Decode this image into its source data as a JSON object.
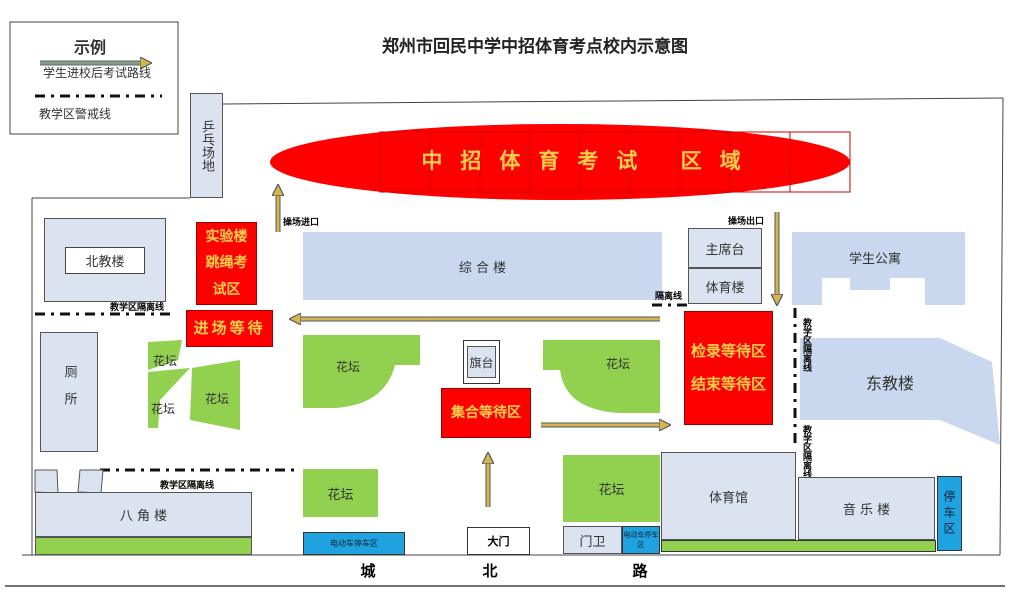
{
  "title": "郑州市回民中学中招体育考点校内示意图",
  "legend": {
    "heading": "示例",
    "route": "学生进校后考试路线",
    "warning": "教学区警戒线"
  },
  "exam_area": "中招体育考试 区域",
  "labels": {
    "pingpong": "乒乓场地",
    "north_building": "北教楼",
    "rope_exam": "实验楼跳绳考试区",
    "entry_wait": "进场等待",
    "complex": "综 合 楼",
    "rostrum": "主席台",
    "sports_building": "体育楼",
    "dorm": "学生公寓",
    "checkin": "检录等待区",
    "end_wait": "结束等待区",
    "east_building": "东教楼",
    "toilet": "厕所",
    "flower": "花坛",
    "flag": "旗台",
    "gather": "集合等待区",
    "octagon": "八 角 楼",
    "ebike": "电动车停车区",
    "gate": "大门",
    "guard": "门卫",
    "gym": "体育馆",
    "music": "音 乐 楼",
    "parking": "停车区",
    "field_entry": "操场进口",
    "field_exit": "操场出口",
    "isolation": "隔离线",
    "teach_isolation": "教学区隔离线",
    "road": [
      "城",
      "北",
      "路"
    ]
  },
  "colors": {
    "exam": "#ff0000",
    "text_yellow": "#ffd04a",
    "green": "#92d050",
    "building": "#dbe3f0",
    "parking": "#1fa3e0",
    "arrow": "#d9b44a"
  }
}
